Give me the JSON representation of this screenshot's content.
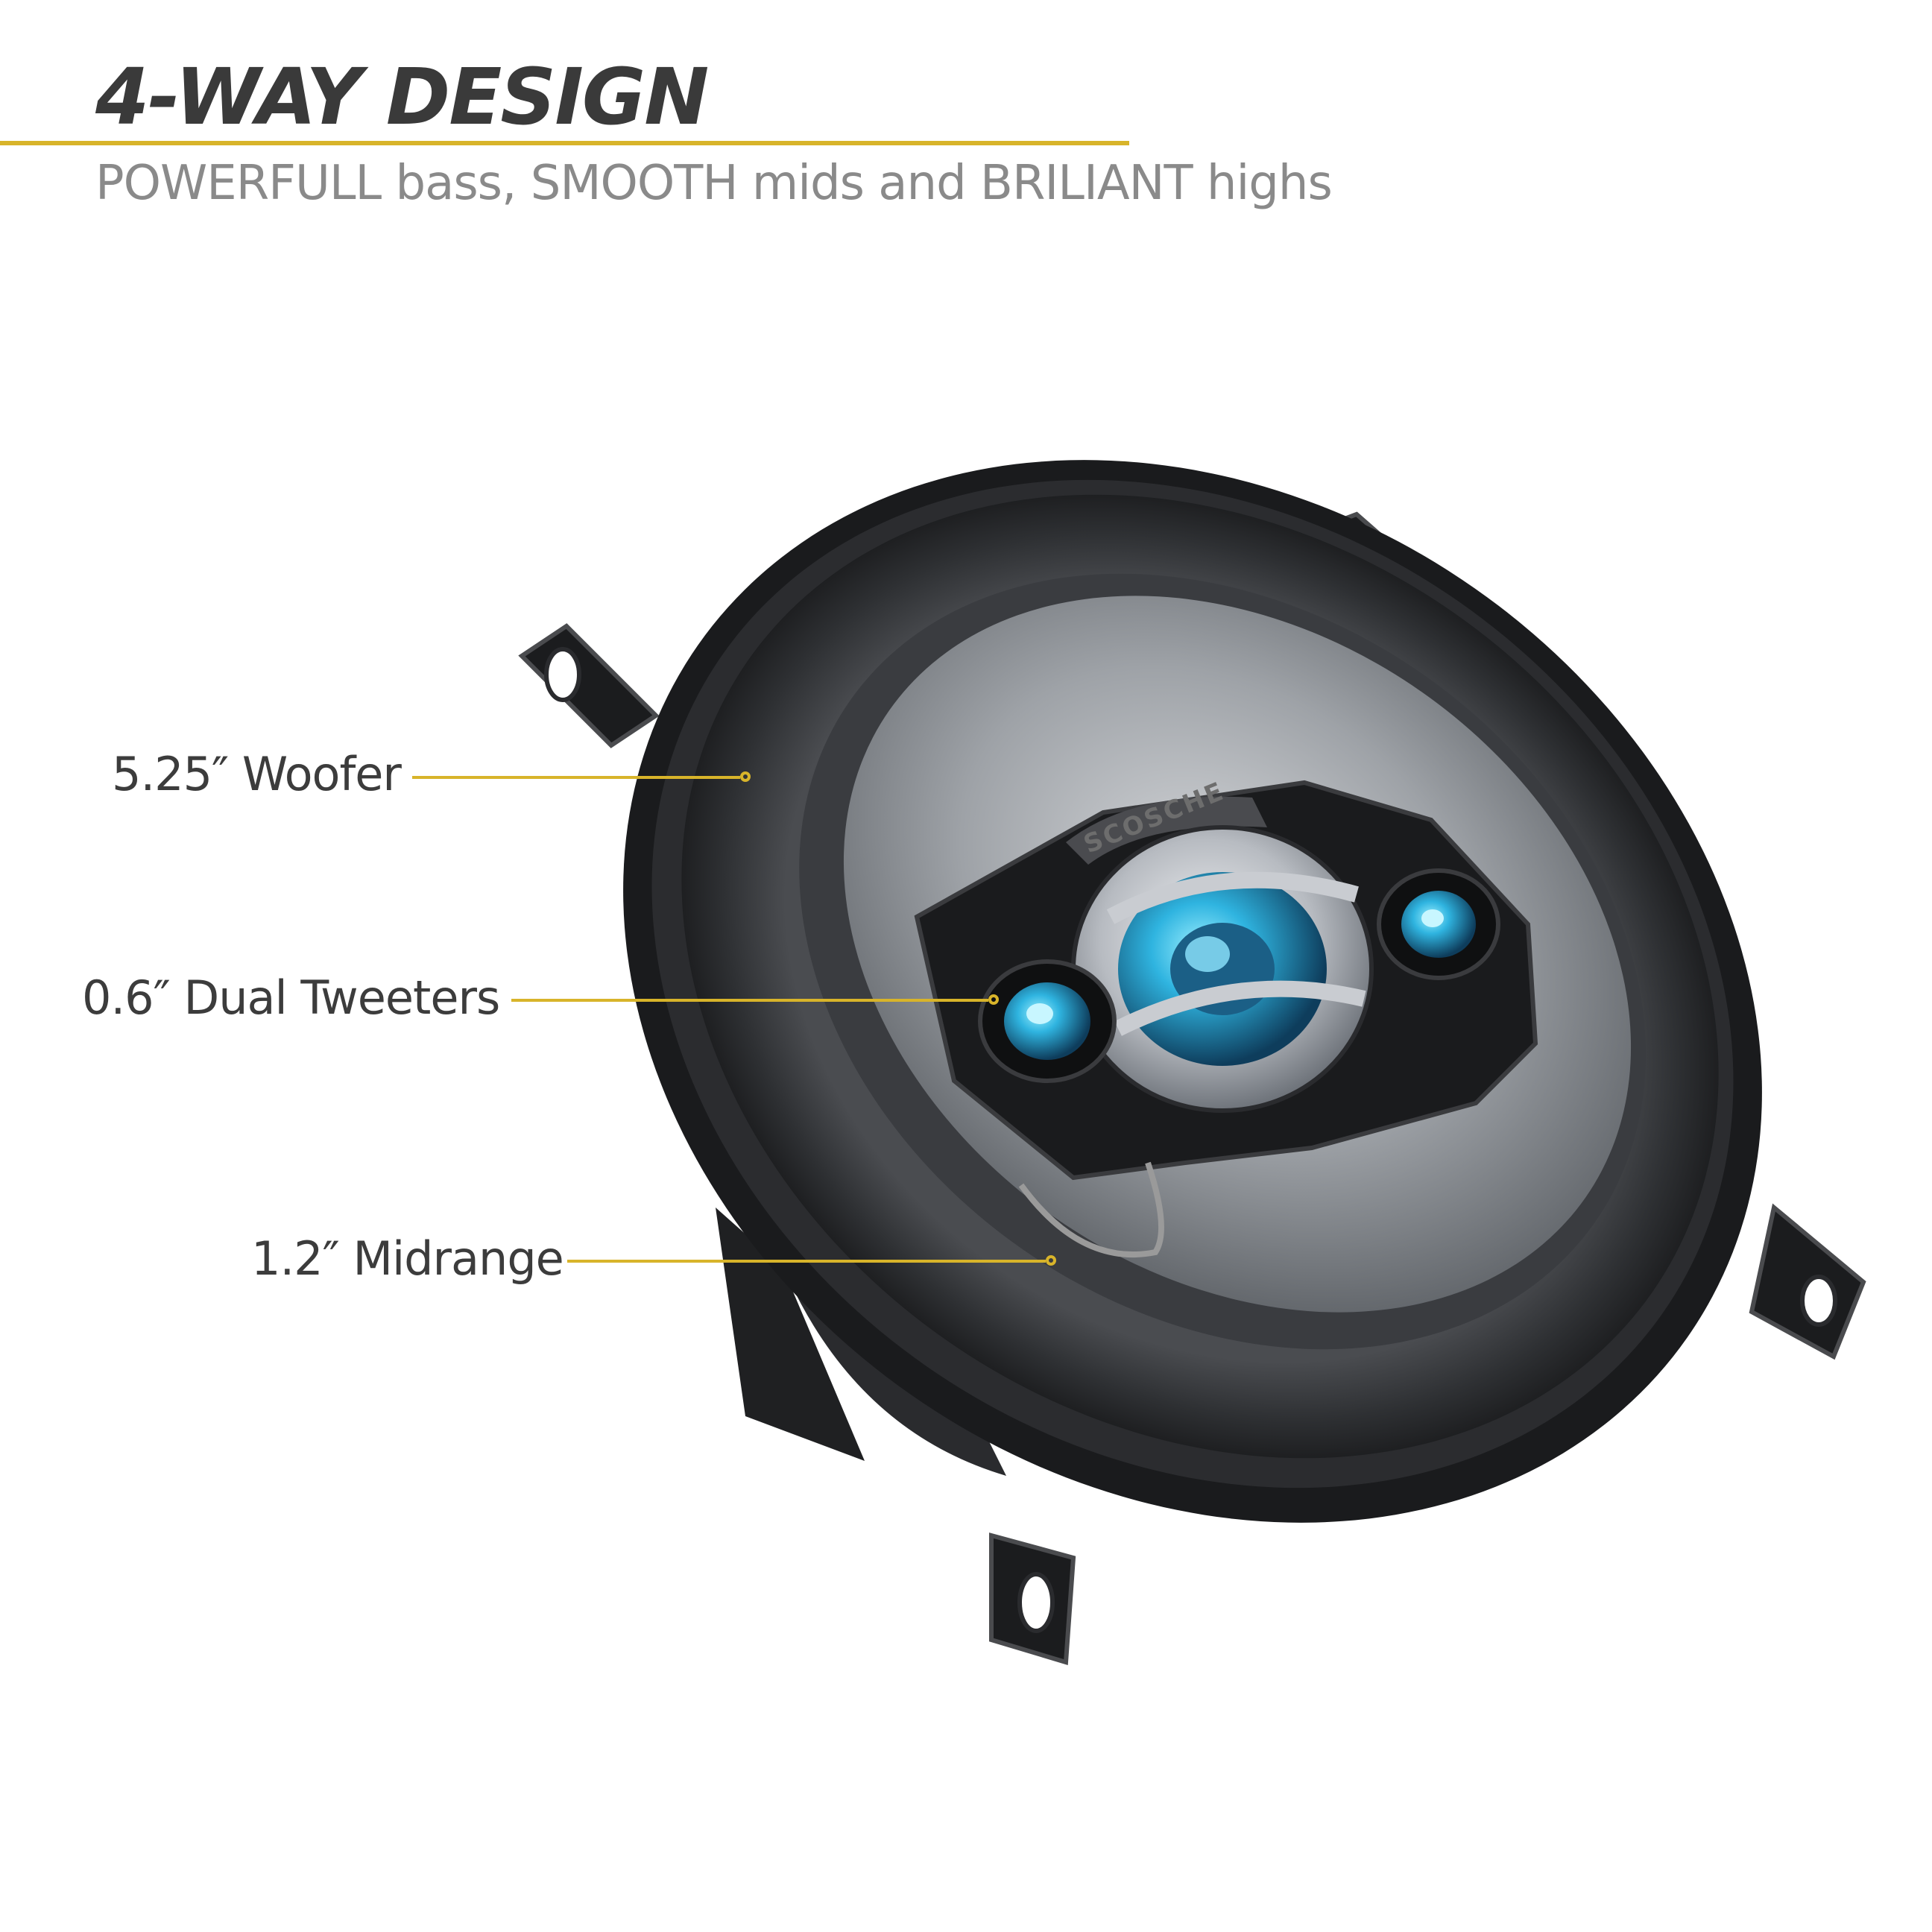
{
  "headline": "4-WAY DESIGN",
  "subheadline": "POWERFULL bass, SMOOTH mids and BRILIANT highs",
  "brand_mark": "SCOSCHE",
  "callouts": [
    {
      "label": "5.25″ Woofer"
    },
    {
      "label": "0.6″ Dual Tweeters"
    },
    {
      "label": "1.2″ Midrange"
    }
  ],
  "colors": {
    "accent": "#d8b42a",
    "headline": "#3a3a3a",
    "subheadline": "#8a8a8a",
    "tweeter_glow": "#2fb4e0"
  }
}
